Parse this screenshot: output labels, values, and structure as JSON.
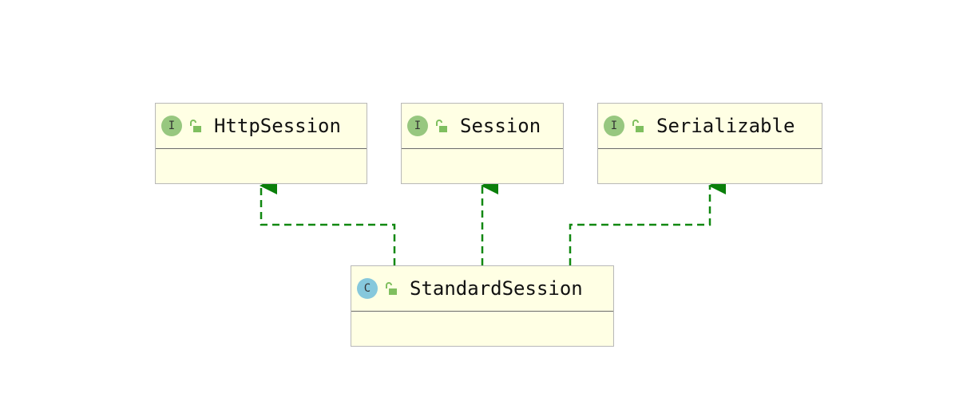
{
  "diagram": {
    "nodes": [
      {
        "id": "httpsession",
        "name": "HttpSession",
        "kind": "interface",
        "badge": "I"
      },
      {
        "id": "session",
        "name": "Session",
        "kind": "interface",
        "badge": "I"
      },
      {
        "id": "serializable",
        "name": "Serializable",
        "kind": "interface",
        "badge": "I"
      },
      {
        "id": "standardsession",
        "name": "StandardSession",
        "kind": "class",
        "badge": "C"
      }
    ],
    "edges": [
      {
        "from": "standardsession",
        "to": "httpsession",
        "type": "implements"
      },
      {
        "from": "standardsession",
        "to": "session",
        "type": "implements"
      },
      {
        "from": "standardsession",
        "to": "serializable",
        "type": "implements"
      }
    ],
    "colors": {
      "node_fill": "#ffffe4",
      "edge": "#118811",
      "interface_badge": "#97c77f",
      "class_badge": "#86c8dc",
      "lock": "#7fbf5f"
    },
    "icons": {
      "visibility": "unlocked-padlock-icon"
    }
  }
}
